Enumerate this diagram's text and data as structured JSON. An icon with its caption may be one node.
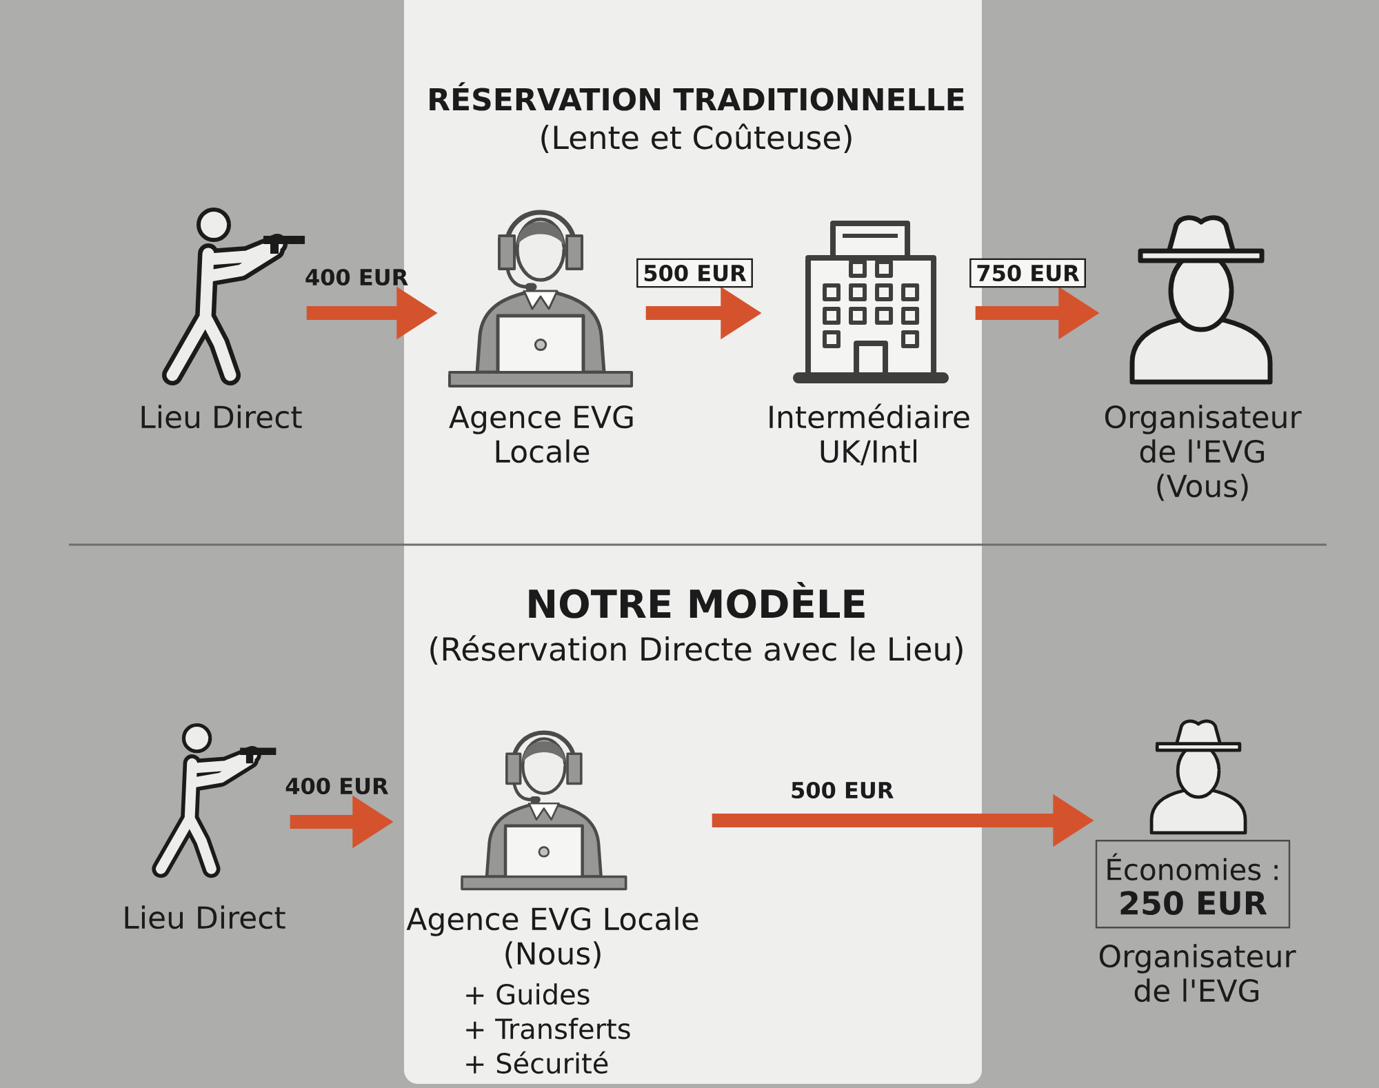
{
  "diagram": {
    "nodes": [
      {
        "text": [
          "Lieu Direct"
        ]
      },
      {
        "text": [
          "Agence EVG Locale"
        ]
      },
      {
        "text": [
          "Intermédiaire UK/Intl"
        ]
      },
      {
        "text": [
          "Organisateur de l'EVG (Vous)"
        ]
      },
      {
        "text": [
          "Lieu Direct"
        ]
      },
      {
        "text": [
          "Agence EVG Locale (Nous)",
          "+ Guides",
          "+ Transferts",
          "+ Sécurité"
        ]
      },
      {
        "text": [
          "Organisateur de l'EVG"
        ]
      },
      {
        "text": [
          "Économies :",
          "250 EUR"
        ],
        "in": 6
      }
    ],
    "edges": [
      {
        "from": 0,
        "to": 1,
        "arrow": "to",
        "label": "400 EUR"
      },
      {
        "from": 1,
        "to": 2,
        "arrow": "to",
        "label": "500 EUR"
      },
      {
        "from": 2,
        "to": 3,
        "arrow": "to",
        "label": "750 EUR"
      },
      {
        "from": 4,
        "to": 5,
        "arrow": "to",
        "label": "400 EUR"
      },
      {
        "from": 5,
        "to": 6,
        "arrow": "to",
        "label": "500 EUR"
      }
    ],
    "labels": [
      "RÉSERVATION TRADITIONNELLE",
      "(Lente et Coûteuse)",
      "NOTRE MODÈLE",
      "(Réservation Directe avec le Lieu)"
    ]
  }
}
